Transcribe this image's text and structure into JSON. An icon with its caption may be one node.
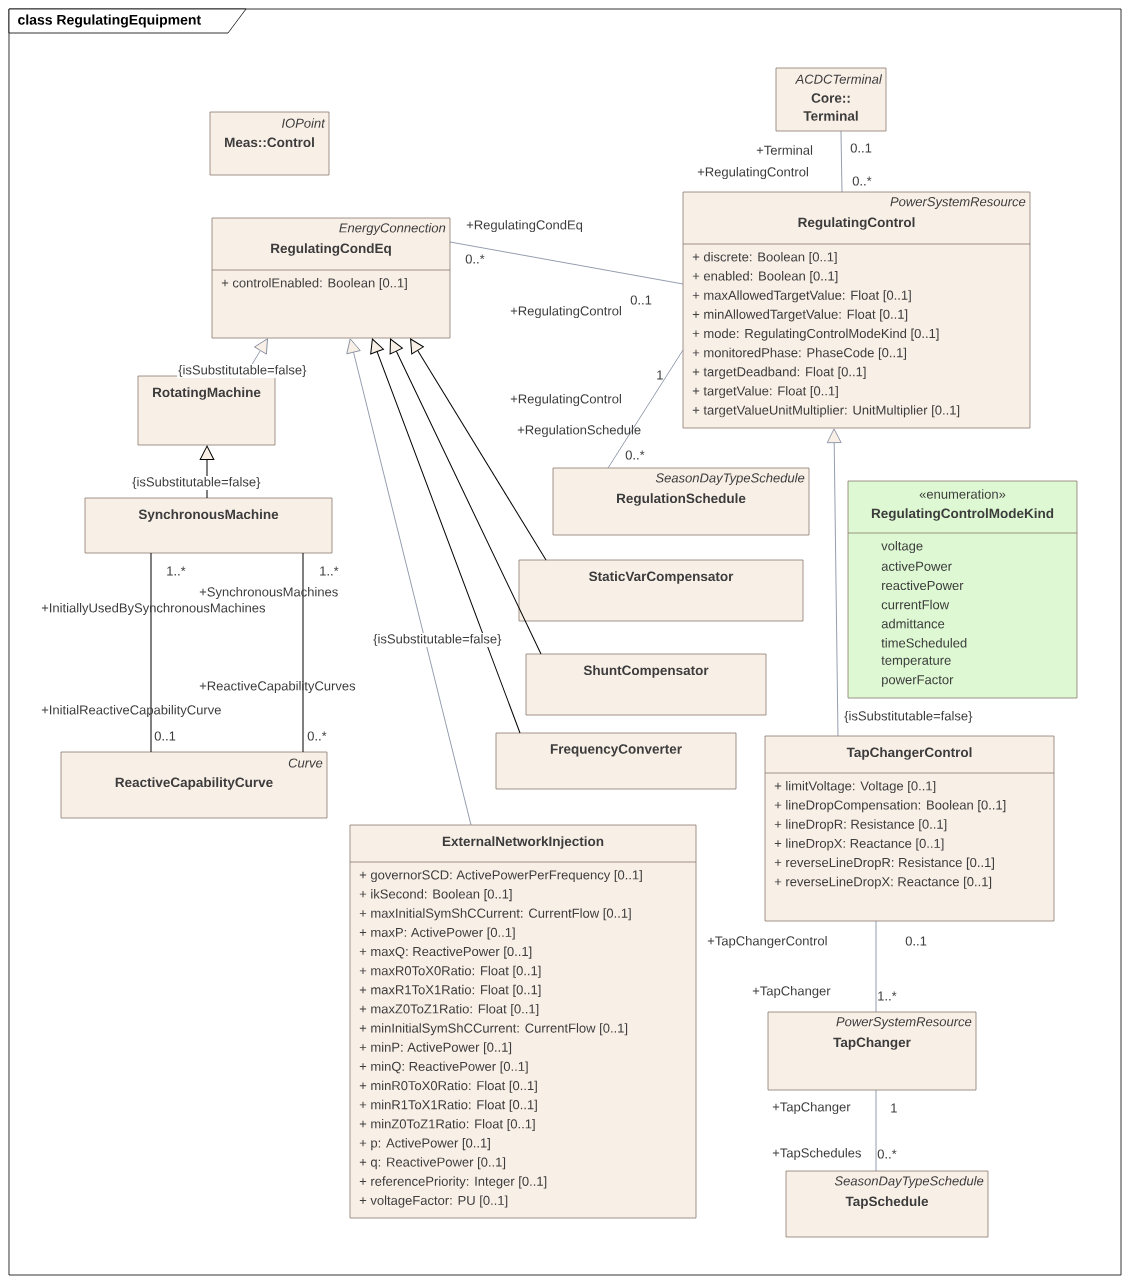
{
  "diagram": {
    "title": "class RegulatingEquipment",
    "nodes": [
      {
        "text": [
          "IOPoint",
          "Meas::Control"
        ]
      },
      {
        "text": [
          "ACDCTerminal",
          "Core:: Terminal"
        ]
      },
      {
        "text": [
          "EnergyConnection",
          "RegulatingCondEq",
          "+ controlEnabled: Boolean [0..1]"
        ]
      },
      {
        "text": [
          "PowerSystemResource",
          "RegulatingControl",
          "+ discrete: Boolean [0..1]",
          "+ enabled: Boolean [0..1]",
          "+ maxAllowedTargetValue: Float [0..1]",
          "+ minAllowedTargetValue: Float [0..1]",
          "+ mode: RegulatingControlModeKind [0..1]",
          "+ monitoredPhase: PhaseCode [0..1]",
          "+ targetDeadband: Float [0..1]",
          "+ targetValue: Float [0..1]",
          "+ targetValueUnitMultiplier: UnitMultiplier [0..1]"
        ]
      },
      {
        "text": [
          "RotatingMachine"
        ]
      },
      {
        "text": [
          "SynchronousMachine"
        ]
      },
      {
        "text": [
          "SeasonDayTypeSchedule",
          "RegulationSchedule"
        ]
      },
      {
        "text": [
          "«enumeration»",
          "RegulatingControlModeKind",
          "voltage",
          "activePower",
          "reactivePower",
          "currentFlow",
          "admittance",
          "timeScheduled",
          "temperature",
          "powerFactor"
        ]
      },
      {
        "text": [
          "StaticVarCompensator"
        ]
      },
      {
        "text": [
          "ShuntCompensator"
        ]
      },
      {
        "text": [
          "Curve",
          "ReactiveCapabilityCurve"
        ]
      },
      {
        "text": [
          "FrequencyConverter"
        ]
      },
      {
        "text": [
          "TapChangerControl",
          "+ limitVoltage: Voltage [0..1]",
          "+ lineDropCompensation: Boolean [0..1]",
          "+ lineDropR: Resistance [0..1]",
          "+ lineDropX: Reactance [0..1]",
          "+ reverseLineDropR: Resistance [0..1]",
          "+ reverseLineDropX: Reactance [0..1]"
        ]
      },
      {
        "text": [
          "ExternalNetworkInjection",
          "+ governorSCD: ActivePowerPerFrequency [0..1]",
          "+ ikSecond: Boolean [0..1]",
          "+ maxInitialSymShCCurrent: CurrentFlow [0..1]",
          "+ maxP: ActivePower [0..1]",
          "+ maxQ: ReactivePower [0..1]",
          "+ maxR0ToX0Ratio: Float [0..1]",
          "+ maxR1ToX1Ratio: Float [0..1]",
          "+ maxZ0ToZ1Ratio: Float [0..1]",
          "+ minInitialSymShCCurrent: CurrentFlow [0..1]",
          "+ minP: ActivePower [0..1]",
          "+ minQ: ReactivePower [0..1]",
          "+ minR0ToX0Ratio: Float [0..1]",
          "+ minR1ToX1Ratio: Float [0..1]",
          "+ minZ0ToZ1Ratio: Float [0..1]",
          "+ p: ActivePower [0..1]",
          "+ q: ReactivePower [0..1]",
          "+ referencePriority: Integer [0..1]",
          "+ voltageFactor: PU [0..1]"
        ]
      },
      {
        "text": [
          "PowerSystemResource",
          "TapChanger"
        ]
      },
      {
        "text": [
          "SeasonDayTypeSchedule",
          "TapSchedule"
        ]
      }
    ],
    "edges": [
      {
        "from": 1,
        "to": 3,
        "arrow": "none"
      },
      {
        "from": 2,
        "to": 3,
        "arrow": "none"
      },
      {
        "from": 3,
        "to": 6,
        "arrow": "none"
      },
      {
        "from": 4,
        "to": 2,
        "arrow": "to"
      },
      {
        "from": 5,
        "to": 4,
        "arrow": "to",
        "color": "#000000"
      },
      {
        "from": 13,
        "to": 2,
        "arrow": "to"
      },
      {
        "from": 11,
        "to": 2,
        "arrow": "to",
        "color": "#000000"
      },
      {
        "from": 9,
        "to": 2,
        "arrow": "to",
        "color": "#000000"
      },
      {
        "from": 8,
        "to": 2,
        "arrow": "to",
        "color": "#000000"
      },
      {
        "from": 12,
        "to": 3,
        "arrow": "to"
      },
      {
        "from": 5,
        "to": 10,
        "arrow": "none",
        "color": "#000000"
      },
      {
        "from": 5,
        "to": 10,
        "arrow": "none",
        "color": "#000000"
      },
      {
        "from": 12,
        "to": 14,
        "arrow": "none"
      },
      {
        "from": 14,
        "to": 15,
        "arrow": "none"
      }
    ],
    "labels": [
      "+Terminal",
      "0..1",
      "+RegulatingControl",
      "0..*",
      "+RegulatingCondEq",
      "0..*",
      "0..1",
      "+RegulatingControl",
      "1",
      "+RegulatingControl",
      "+RegulationSchedule",
      "0..*",
      "{isSubstitutable=false}",
      "{isSubstitutable=false}",
      "1..*",
      "1..*",
      "+SynchronousMachines",
      "{isSubstitutable=false}",
      "+InitiallyUsedBySynchronousMachines",
      "{isSubstitutable=false}",
      "+ReactiveCapabilityCurves",
      "+InitialReactiveCapabilityCurve",
      "0..1",
      "0..*",
      "+TapChangerControl",
      "0..1",
      "+TapChanger",
      "1..*",
      "+TapChanger",
      "1",
      "+TapSchedules",
      "0..*"
    ]
  }
}
